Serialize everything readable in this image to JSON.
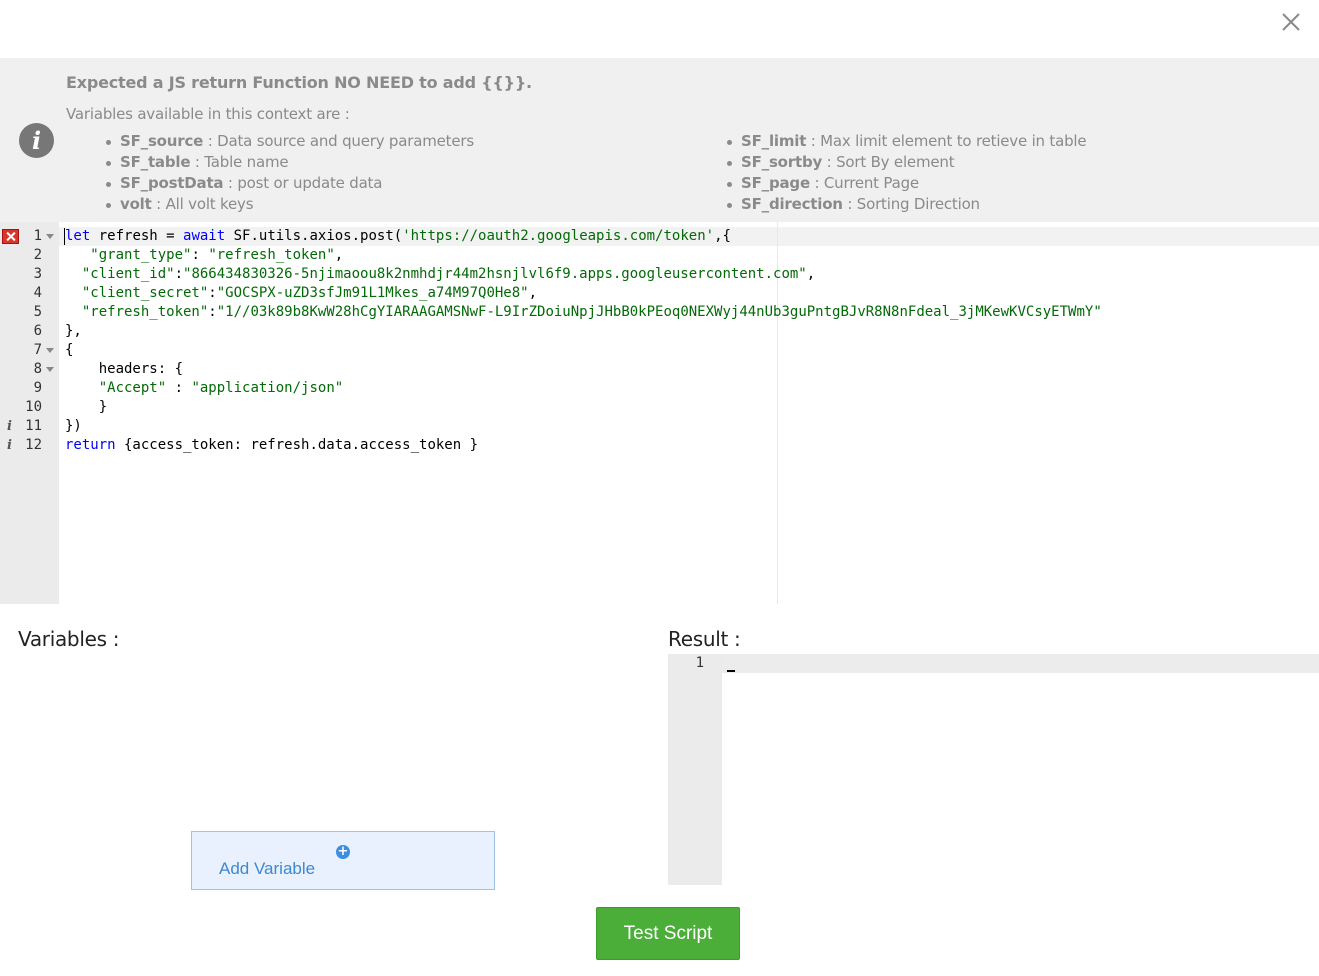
{
  "dialog": {
    "close_icon": "close-icon"
  },
  "info": {
    "icon": "info-icon",
    "title": "Expected a JS return Function NO NEED to add {{}}.",
    "subtitle": "Variables available in this context are :",
    "variables_left": [
      {
        "name": "SF_source",
        "desc": " : Data source and query parameters"
      },
      {
        "name": "SF_table",
        "desc": " : Table name"
      },
      {
        "name": "SF_postData",
        "desc": " : post or update data"
      },
      {
        "name": "volt",
        "desc": " : All volt keys"
      }
    ],
    "variables_right": [
      {
        "name": "SF_limit",
        "desc": " : Max limit element to retieve in table"
      },
      {
        "name": "SF_sortby",
        "desc": " : Sort By element"
      },
      {
        "name": "SF_page",
        "desc": " : Current Page"
      },
      {
        "name": "SF_direction",
        "desc": " : Sorting Direction"
      }
    ]
  },
  "editor": {
    "lines": [
      {
        "n": "1",
        "marker": "error",
        "fold": true,
        "tokens": [
          {
            "t": "kw",
            "v": "let"
          },
          {
            "t": "",
            "v": " refresh = "
          },
          {
            "t": "kw",
            "v": "await"
          },
          {
            "t": "",
            "v": " SF.utils.axios.post("
          },
          {
            "t": "str",
            "v": "'https://oauth2.googleapis.com/token'"
          },
          {
            "t": "",
            "v": ",{"
          }
        ]
      },
      {
        "n": "2",
        "tokens": [
          {
            "t": "",
            "v": "   "
          },
          {
            "t": "str",
            "v": "\"grant_type\""
          },
          {
            "t": "",
            "v": ": "
          },
          {
            "t": "str",
            "v": "\"refresh_token\""
          },
          {
            "t": "",
            "v": ","
          }
        ]
      },
      {
        "n": "3",
        "tokens": [
          {
            "t": "",
            "v": "  "
          },
          {
            "t": "str",
            "v": "\"client_id\""
          },
          {
            "t": "",
            "v": ":"
          },
          {
            "t": "str",
            "v": "\"866434830326-5njimaoou8k2nmhdjr44m2hsnjlvl6f9.apps.googleusercontent.com\""
          },
          {
            "t": "",
            "v": ","
          }
        ]
      },
      {
        "n": "4",
        "tokens": [
          {
            "t": "",
            "v": "  "
          },
          {
            "t": "str",
            "v": "\"client_secret\""
          },
          {
            "t": "",
            "v": ":"
          },
          {
            "t": "str",
            "v": "\"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\""
          },
          {
            "t": "",
            "v": ","
          }
        ]
      },
      {
        "n": "5",
        "tokens": [
          {
            "t": "",
            "v": "  "
          },
          {
            "t": "str",
            "v": "\"refresh_token\""
          },
          {
            "t": "",
            "v": ":"
          },
          {
            "t": "str",
            "v": "\"1//03k89b8KwW28hCgYIARAAGAMSNwF-L9IrZDoiuNpjJHbB0kPEoq0NEXWyj44nUb3guPntgBJvR8N8nFdeal_3jMKewKVCsyETWmY\""
          }
        ]
      },
      {
        "n": "6",
        "tokens": [
          {
            "t": "",
            "v": "},"
          }
        ]
      },
      {
        "n": "7",
        "fold": true,
        "tokens": [
          {
            "t": "",
            "v": "{"
          }
        ]
      },
      {
        "n": "8",
        "fold": true,
        "tokens": [
          {
            "t": "",
            "v": "    headers: {"
          }
        ]
      },
      {
        "n": "9",
        "tokens": [
          {
            "t": "",
            "v": "    "
          },
          {
            "t": "str",
            "v": "\"Accept\""
          },
          {
            "t": "",
            "v": " : "
          },
          {
            "t": "str",
            "v": "\"application/json\""
          }
        ]
      },
      {
        "n": "10",
        "tokens": [
          {
            "t": "",
            "v": "    }"
          }
        ]
      },
      {
        "n": "11",
        "marker": "info",
        "tokens": [
          {
            "t": "",
            "v": "})"
          }
        ]
      },
      {
        "n": "12",
        "marker": "info",
        "tokens": [
          {
            "t": "kw",
            "v": "return"
          },
          {
            "t": "",
            "v": " {access_token: refresh.data.access_token }"
          }
        ]
      }
    ]
  },
  "variables": {
    "label": "Variables :",
    "add_label": "Add Variable",
    "add_icon": "plus-circle-icon"
  },
  "result": {
    "label": "Result :",
    "line_number": "1"
  },
  "actions": {
    "test_label": "Test Script"
  },
  "colors": {
    "keyword": "#0000ff",
    "string": "#036a07",
    "test_button": "#4aae39",
    "add_variable_text": "#3f87cf"
  }
}
